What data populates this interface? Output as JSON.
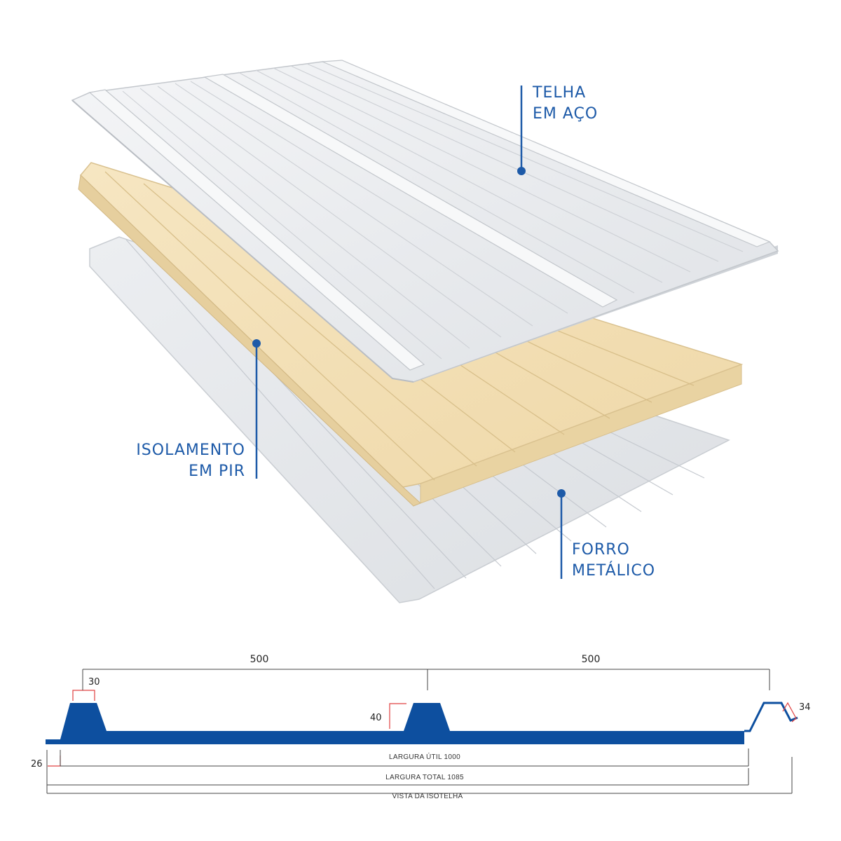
{
  "labels": {
    "telha": {
      "line1": "TELHA",
      "line2": "EM AÇO"
    },
    "isolamento": {
      "line1": "ISOLAMENTO",
      "line2": "EM PIR"
    },
    "forro": {
      "line1": "FORRO",
      "line2": "METÁLICO"
    }
  },
  "profile": {
    "span_left": "500",
    "span_right": "500",
    "rib_top_width": "30",
    "rib_height": "40",
    "overlap_height": "34",
    "edge_offset": "26",
    "useful_width": "LARGURA ÚTIL 1000",
    "total_width": "LARGURA TOTAL 1085",
    "view_label": "VISTA DA ISOTELHA"
  },
  "colors": {
    "accent": "#1d5aa8",
    "profile_fill": "#0d4f9f",
    "foam": "#f3e2bb",
    "steel": "#eef0f3",
    "marker_red": "#e04040"
  }
}
